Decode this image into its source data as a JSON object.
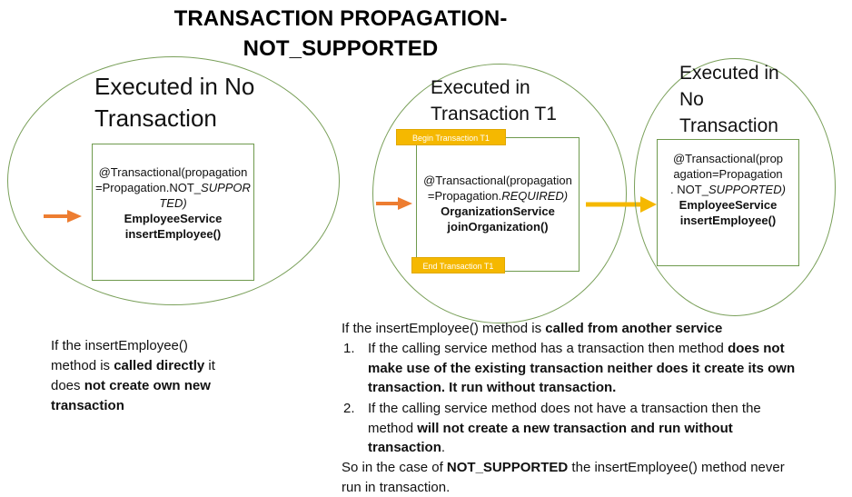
{
  "title": {
    "line1": "TRANSACTION PROPAGATION-",
    "line2": "NOT_SUPPORTED"
  },
  "left_circle": {
    "heading_line1": "Executed in No",
    "heading_line2": "Transaction",
    "box": {
      "line1": "@Transactional(propagation",
      "line2": "=Propagation.NOT_",
      "line2_italic": "SUPPOR",
      "line3_italic": "TED)",
      "service": "EmployeeService",
      "method": "insertEmployee()"
    }
  },
  "middle_circle": {
    "heading_line1": "Executed in",
    "heading_line2": "Transaction T1",
    "begin_tag": "Begin Transaction  T1",
    "end_tag": "End Transaction T1",
    "box": {
      "line1": "@Transactional(propagation",
      "line2": "=Propagation.",
      "line2_italic": "REQUIRED)",
      "service": "OrganizationService",
      "method": "joinOrganization()"
    }
  },
  "right_circle": {
    "heading_line1": "Executed in",
    "heading_line2": "No",
    "heading_line3": "Transaction",
    "box": {
      "line1": "@Transactional(prop",
      "line2": "agation=Propagation",
      "line3": ". NOT_",
      "line3_italic": "SUPPORTED)",
      "service": "EmployeeService",
      "method": "insertEmployee()"
    }
  },
  "left_note": {
    "line1": "If the insertEmployee()",
    "line2_pre": "method is ",
    "line2_bold": "called directly",
    "line2_post": " it",
    "line3_pre": "does ",
    "line3_bold": "not create own new",
    "line4_bold": "transaction"
  },
  "right_note": {
    "intro_pre": "If the insertEmployee() method is ",
    "intro_bold": "called from another service",
    "item1_num": "1.",
    "item1_line1_pre": "If the calling service method has a transaction then method ",
    "item1_line1_bold": "does not",
    "item1_line2_bold": "make use of the existing transaction neither does it create its own",
    "item1_line3_bold": "transaction. It run without transaction.",
    "item2_num": "2.",
    "item2_line1": "If the calling service method does not have a transaction then the",
    "item2_line2_pre": "method ",
    "item2_line2_bold": "will not create a new transaction and run without",
    "item2_line3_bold": "transaction",
    "item2_line3_post": ".",
    "summary_pre": "So in the case of ",
    "summary_bold": "NOT_SUPPORTED",
    "summary_post": " the insertEmployee() method never",
    "summary_line2": "run in transaction."
  },
  "colors": {
    "circle_stroke": "#7aa05a",
    "arrow_orange": "#ed7d31",
    "arrow_yellow": "#f5b800",
    "tag_fill": "#f5b800"
  }
}
